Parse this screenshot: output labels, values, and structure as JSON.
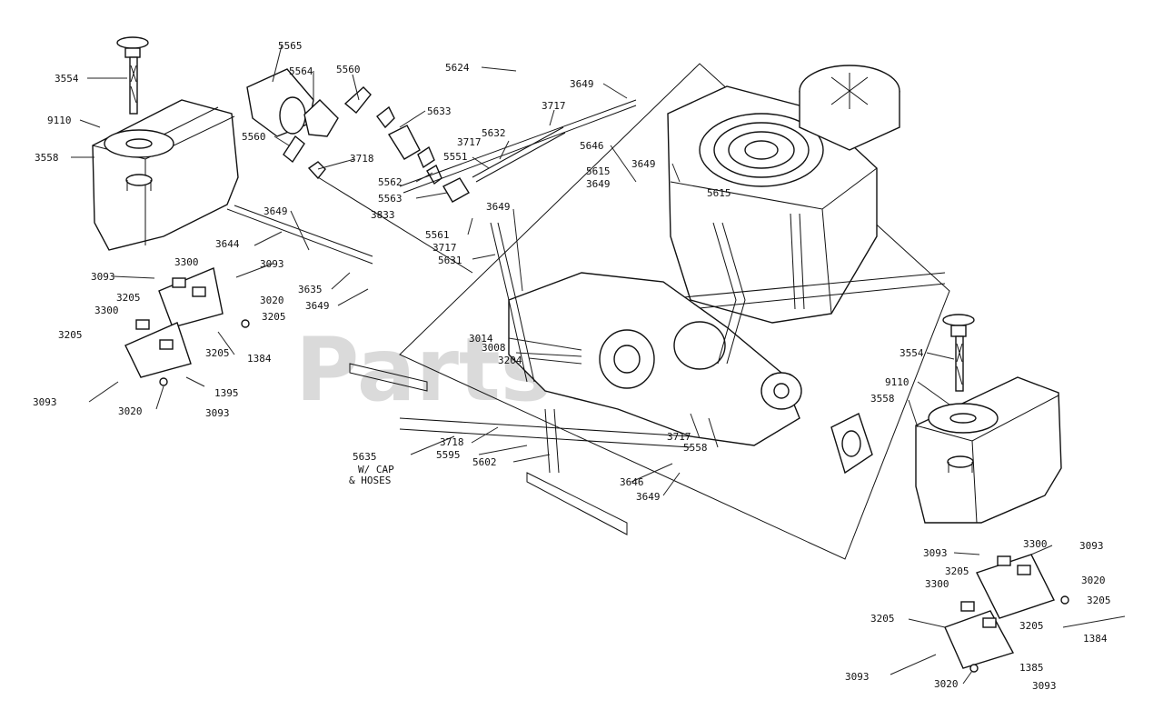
{
  "watermark": "PartsTree",
  "labels": [
    "3554",
    "9110",
    "3558",
    "5565",
    "5564",
    "5560",
    "5560",
    "5633",
    "3718",
    "5562",
    "5563",
    "3833",
    "5624",
    "3649",
    "3717",
    "5632",
    "3717",
    "5551",
    "5646",
    "5615",
    "3649",
    "3649",
    "5561",
    "3717",
    "5631",
    "3649",
    "5615",
    "3649",
    "3644",
    "3635",
    "3649",
    "3093",
    "3300",
    "3093",
    "3205",
    "3300",
    "3020",
    "3205",
    "3205",
    "3205",
    "1384",
    "3093",
    "3020",
    "1395",
    "3093",
    "3014",
    "3008",
    "3204",
    "3718",
    "5595",
    "5602",
    "5635",
    "W/ CAP",
    "& HOSES",
    "3717",
    "5558",
    "3646",
    "3649",
    "3554",
    "9110",
    "3558",
    "3093",
    "3300",
    "3093",
    "3205",
    "3020",
    "3300",
    "3205",
    "3205",
    "1384",
    "3205",
    "3093",
    "3020",
    "1385",
    "3093"
  ]
}
